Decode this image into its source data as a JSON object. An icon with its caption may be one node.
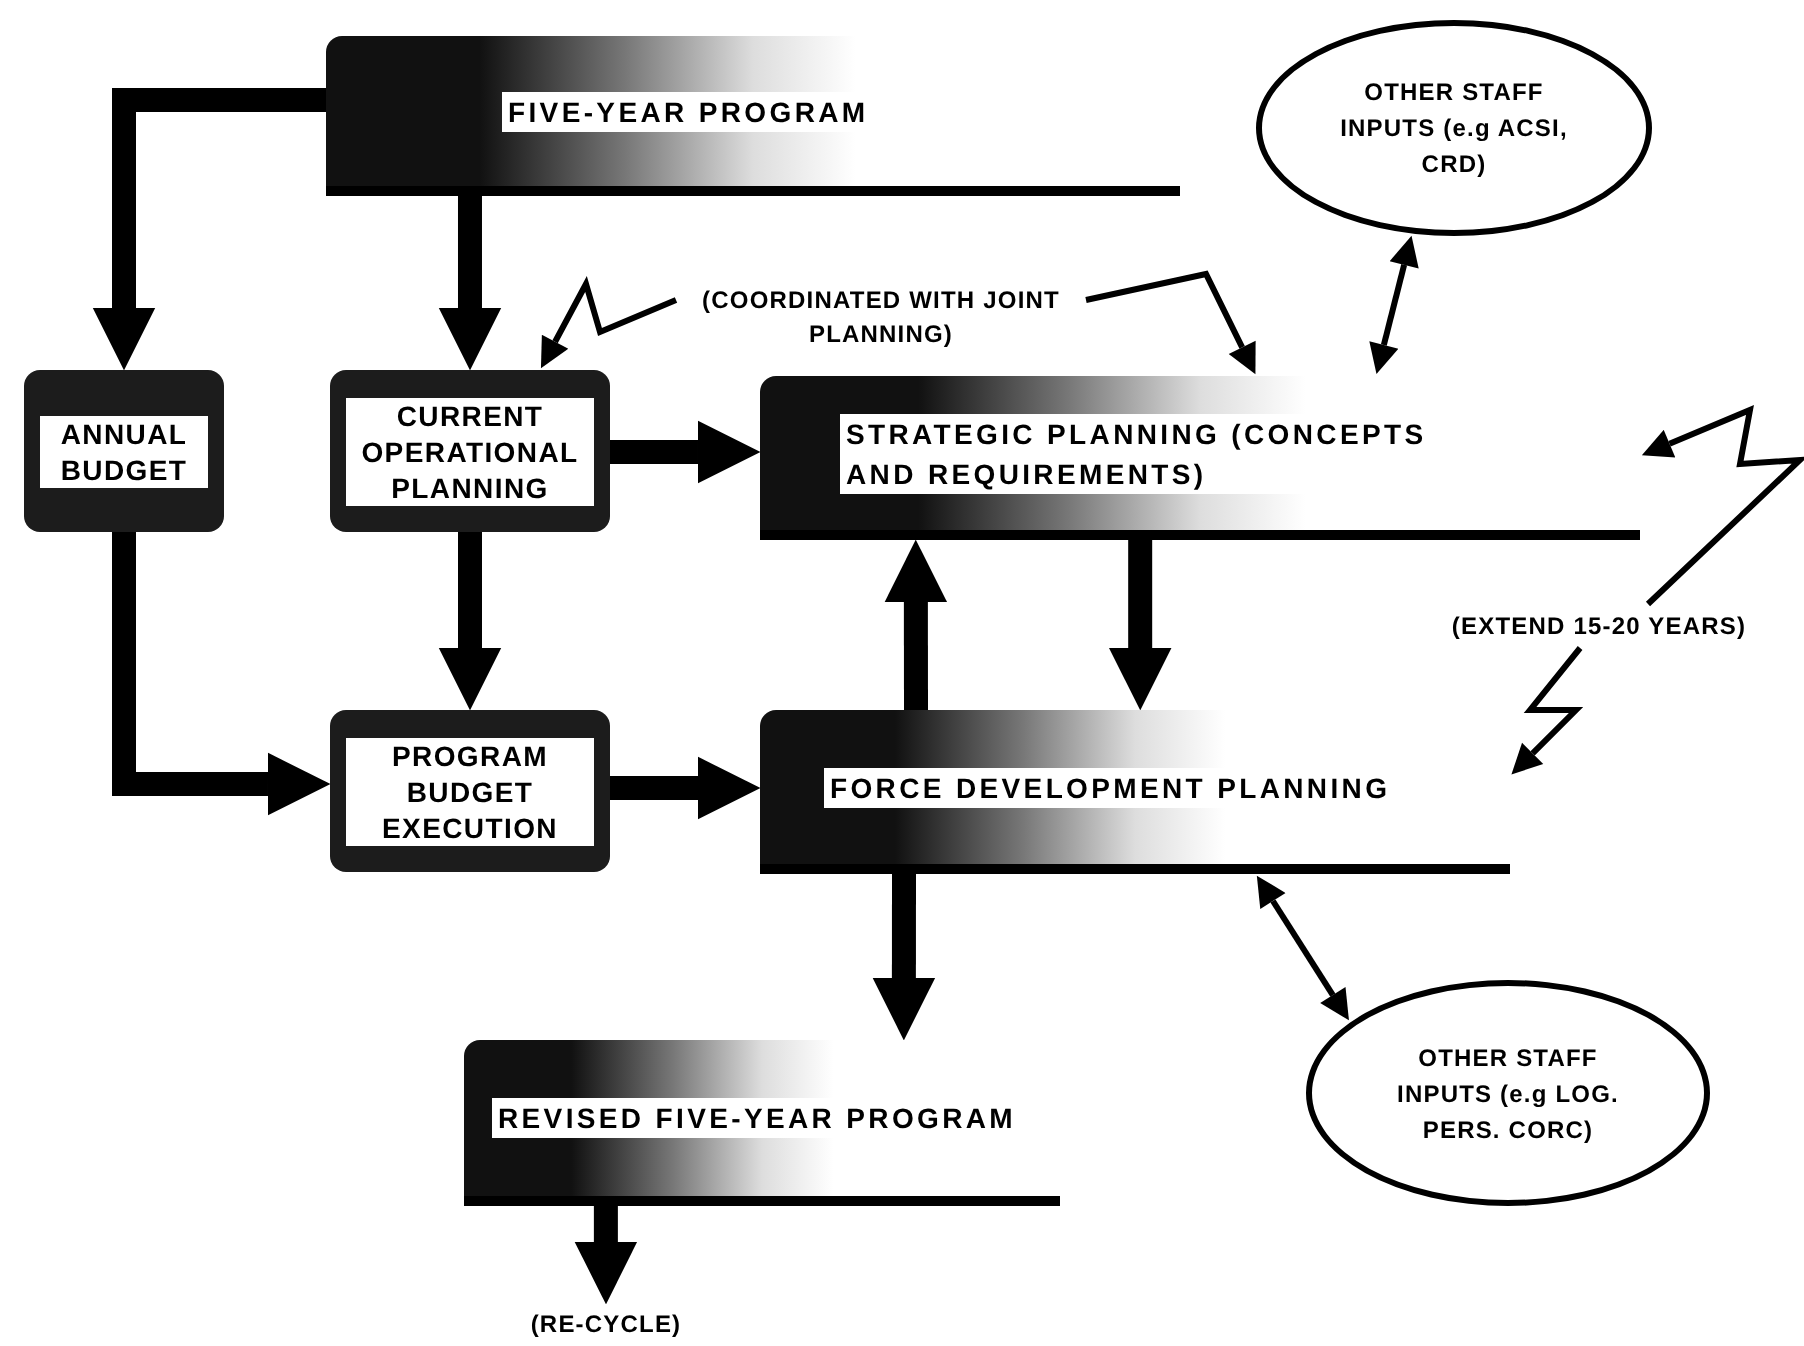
{
  "diagram": {
    "nodes": [
      {
        "text": [
          "FIVE-YEAR PROGRAM"
        ]
      },
      {
        "text": [
          "ANNUAL BUDGET"
        ]
      },
      {
        "text": [
          "CURRENT OPERATIONAL PLANNING"
        ]
      },
      {
        "text": [
          "STRATEGIC PLANNING (CONCEPTS AND REQUIREMENTS)"
        ]
      },
      {
        "text": [
          "PROGRAM BUDGET EXECUTION"
        ]
      },
      {
        "text": [
          "FORCE DEVELOPMENT PLANNING"
        ]
      },
      {
        "text": [
          "REVISED FIVE-YEAR PROGRAM"
        ]
      },
      {
        "text": [
          "OTHER STAFF INPUTS (e.g ACSI, CRD)"
        ]
      },
      {
        "text": [
          "OTHER STAFF INPUTS (e.g LOG. PERS. CORC)"
        ]
      },
      {
        "text": [
          "(COORDINATED WITH JOINT PLANNING)"
        ]
      },
      {
        "text": [
          "(EXTEND 15-20 YEARS)"
        ]
      },
      {
        "text": [
          "(RE-CYCLE)"
        ]
      }
    ],
    "edges": [
      {
        "from": 0,
        "to": 1,
        "arrow": "to"
      },
      {
        "from": 0,
        "to": 2,
        "arrow": "to"
      },
      {
        "from": 2,
        "to": 3,
        "arrow": "to"
      },
      {
        "from": 1,
        "to": 4,
        "arrow": "to"
      },
      {
        "from": 2,
        "to": 4,
        "arrow": "to"
      },
      {
        "from": 4,
        "to": 5,
        "arrow": "to"
      },
      {
        "from": 5,
        "to": 3,
        "arrow": "to"
      },
      {
        "from": 3,
        "to": 5,
        "arrow": "to"
      },
      {
        "from": 5,
        "to": 6,
        "arrow": "to"
      },
      {
        "from": 6,
        "to": 11,
        "arrow": "to"
      },
      {
        "from": 9,
        "to": 2,
        "arrow": "to"
      },
      {
        "from": 9,
        "to": 3,
        "arrow": "to"
      },
      {
        "from": 7,
        "to": 3,
        "arrow": "both"
      },
      {
        "from": 10,
        "to": 3,
        "arrow": "to"
      },
      {
        "from": 10,
        "to": 5,
        "arrow": "to"
      },
      {
        "from": 8,
        "to": 5,
        "arrow": "both"
      }
    ]
  }
}
